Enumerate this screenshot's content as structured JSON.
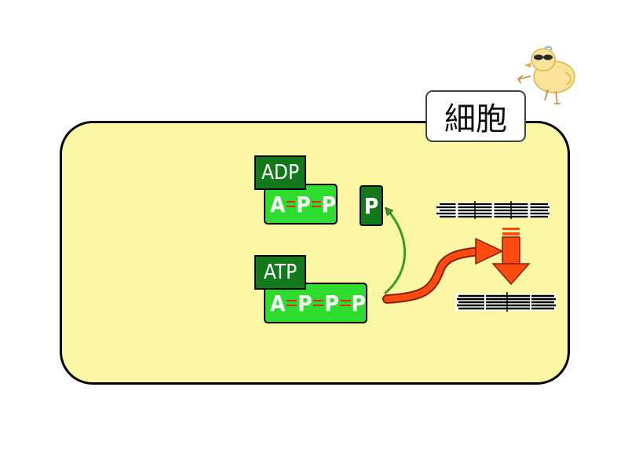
{
  "cell": {
    "label": "細胞",
    "fill_color": "#fcf7a5"
  },
  "adp": {
    "tag": "ADP",
    "molecule": [
      "A",
      "P",
      "P"
    ]
  },
  "atp": {
    "tag": "ATP",
    "molecule": [
      "A",
      "P",
      "P",
      "P"
    ]
  },
  "phosphate": {
    "label": "P"
  },
  "colors": {
    "tag_dark_green": "#137a1b",
    "molecule_green": "#2edc2e",
    "bond_red": "#e8261a",
    "energy_arrow": "#ff4a10",
    "release_arrow": "#3a9a2a"
  },
  "icons": {
    "mascot": "chick-icon",
    "muscle_relaxed": "muscle-fiber-relaxed-icon",
    "muscle_contracted": "muscle-fiber-contracted-icon"
  }
}
